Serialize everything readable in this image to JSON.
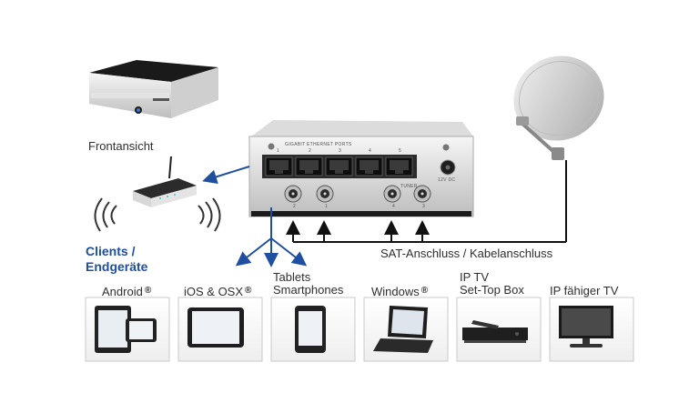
{
  "labels": {
    "front_view": "Frontansicht",
    "sat_cable": "SAT-Anschluss / Kabelanschluss",
    "clients_line1": "Clients /",
    "clients_line2": "Endgeräte"
  },
  "device": {
    "ports_caption": "GIGABIT ETHERNET PORTS",
    "port_numbers": [
      "1",
      "2",
      "3",
      "4",
      "5"
    ],
    "tuner_caption": "TUNER",
    "tuner_numbers": [
      "2",
      "1",
      "4",
      "3"
    ],
    "power_caption": "12V DC"
  },
  "clients": [
    {
      "label": "Android",
      "marker": "®"
    },
    {
      "label": "iOS & OSX",
      "marker": "®"
    },
    {
      "label_line1": "Tablets",
      "label_line2": "Smartphones"
    },
    {
      "label": "Windows",
      "marker": "®"
    },
    {
      "label_line1": "IP TV",
      "label_line2": "Set-Top Box"
    },
    {
      "label": "IP fähiger TV"
    }
  ],
  "colors": {
    "blue_arrow": "#1f4fa0",
    "black_line": "#111111",
    "box_border": "#c9c9c9"
  }
}
